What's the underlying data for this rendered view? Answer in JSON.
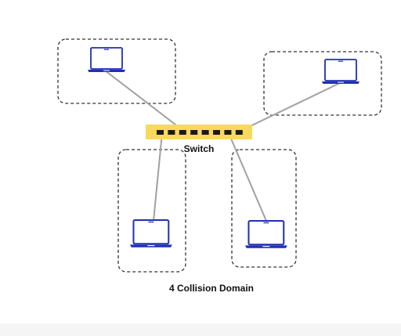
{
  "diagram": {
    "switch_label": "Switch",
    "caption": "4 Collision Domain",
    "switch_port_count": 8,
    "domain_count": 4,
    "colors": {
      "switch_fill": "#F9D85E",
      "port": "#1A1A1A",
      "laptop": "#1F2FB5",
      "cable": "#A0A0A0",
      "domain_border": "#333333",
      "text": "#111111"
    },
    "icons": {
      "device": "laptop-icon",
      "switch": "switch-icon"
    }
  }
}
